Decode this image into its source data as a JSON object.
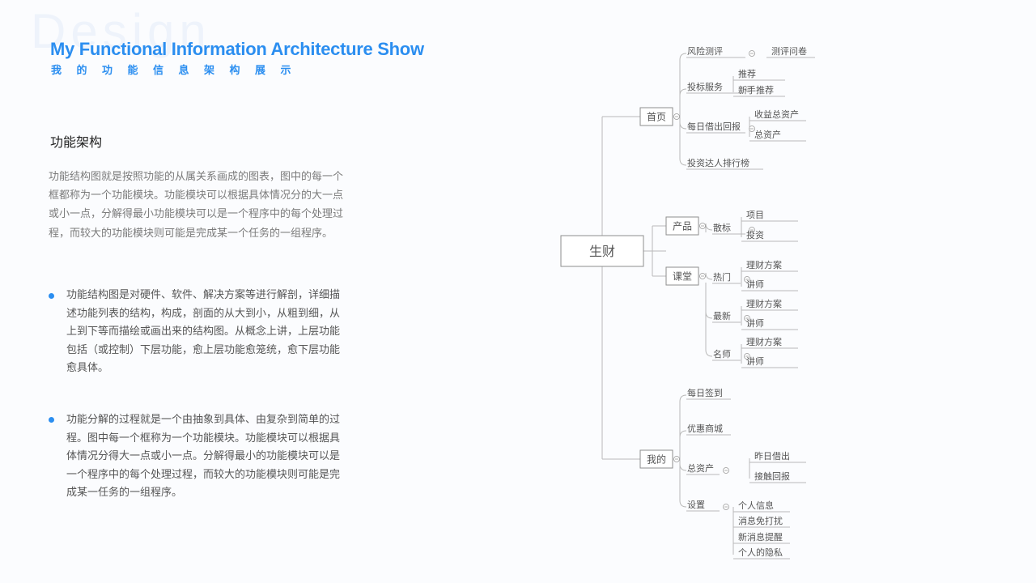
{
  "header": {
    "watermark": "Design",
    "title_en": "My Functional Information Architecture Show",
    "title_zh": "我的功能信息架构展示"
  },
  "section": {
    "heading": "功能架构",
    "intro": "功能结构图就是按照功能的从属关系画成的图表，图中的每一个框都称为一个功能模块。功能模块可以根据具体情况分的大一点或小一点，分解得最小功能模块可以是一个程序中的每个处理过程，而较大的功能模块则可能是完成某一个任务的一组程序。",
    "bullets": [
      "功能结构图是对硬件、软件、解决方案等进行解剖，详细描述功能列表的结构，构成，剖面的从大到小，从粗到细，从上到下等而描绘或画出来的结构图。从概念上讲，上层功能包括（或控制）下层功能，愈上层功能愈笼统，愈下层功能愈具体。",
      "功能分解的过程就是一个由抽象到具体、由复杂到简单的过程。图中每一个框称为一个功能模块。功能模块可以根据具体情况分得大一点或小一点。分解得最小的功能模块可以是一个程序中的每个处理过程，而较大的功能模块则可能是完成某一任务的一组程序。"
    ]
  },
  "colors": {
    "accent": "#2b8ef0",
    "line": "#b9b9b9",
    "box_border": "#8e8e8e"
  },
  "mindmap": {
    "root": "生财",
    "branches": [
      {
        "label": "首页",
        "children": [
          {
            "label": "风险测评",
            "children": [
              "测评问卷"
            ]
          },
          {
            "label": "投标服务",
            "children": [
              "推荐",
              "新手推荐"
            ]
          },
          {
            "label": "每日借出回报",
            "children": [
              "收益总资产",
              "总资产"
            ]
          },
          {
            "label": "投资达人排行榜",
            "children": []
          }
        ]
      },
      {
        "label": "产品",
        "children": [
          {
            "label": "散标",
            "children": [
              "项目",
              "投资"
            ]
          }
        ]
      },
      {
        "label": "课堂",
        "children": [
          {
            "label": "热门",
            "children": [
              "理财方案",
              "讲师"
            ]
          },
          {
            "label": "最新",
            "children": [
              "理财方案",
              "讲师"
            ]
          },
          {
            "label": "名师",
            "children": [
              "理财方案",
              "讲师"
            ]
          }
        ]
      },
      {
        "label": "我的",
        "children": [
          {
            "label": "每日签到",
            "children": []
          },
          {
            "label": "优惠商城",
            "children": []
          },
          {
            "label": "总资产",
            "children": [
              "昨日借出",
              "接触回报"
            ]
          },
          {
            "label": "设置",
            "children": [
              "个人信息",
              "消息免打扰",
              "新消息提醒",
              "个人的隐私"
            ]
          }
        ]
      }
    ]
  }
}
